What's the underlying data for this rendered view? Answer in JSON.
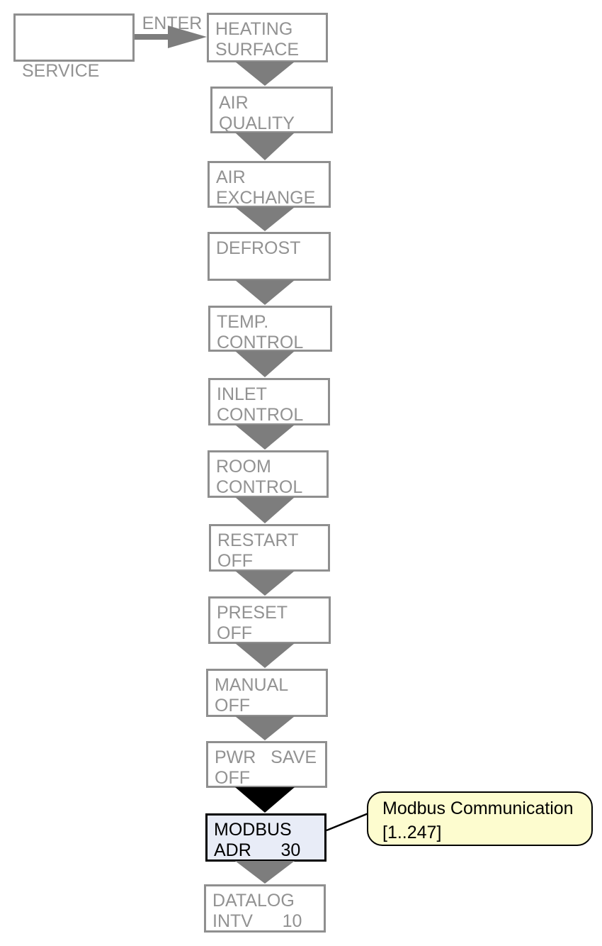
{
  "flow": {
    "entry": {
      "label": "SERVICE"
    },
    "enter_label": "ENTER",
    "items": [
      {
        "line1": "HEATING",
        "line2": "SURFACE"
      },
      {
        "line1": "AIR",
        "line2": "QUALITY"
      },
      {
        "line1": "AIR",
        "line2": "EXCHANGE"
      },
      {
        "line1": "DEFROST",
        "line2": ""
      },
      {
        "line1": "TEMP.",
        "line2": "CONTROL"
      },
      {
        "line1": "INLET",
        "line2": "CONTROL"
      },
      {
        "line1": "ROOM",
        "line2": "CONTROL"
      },
      {
        "line1": "RESTART",
        "line2": "OFF"
      },
      {
        "line1": "PRESET",
        "line2": "OFF"
      },
      {
        "line1": "MANUAL",
        "line2": "OFF"
      },
      {
        "line1": "PWR   SAVE",
        "line2": "OFF"
      },
      {
        "line1": "MODBUS",
        "line2": "ADR      30",
        "highlighted": true
      },
      {
        "line1": "DATALOG",
        "line2": "INTV      10"
      }
    ],
    "callout": {
      "line1": "Modbus Communication",
      "line2": "[1..247]"
    }
  },
  "colors": {
    "box_border_gray": "#8f8f8f",
    "box_text_gray": "#929292",
    "arrow_gray": "#7d7d7d",
    "highlight_border": "#000000",
    "highlight_fill": "#e8ecf7",
    "callout_fill": "#fdfccf",
    "callout_border": "#000000"
  }
}
